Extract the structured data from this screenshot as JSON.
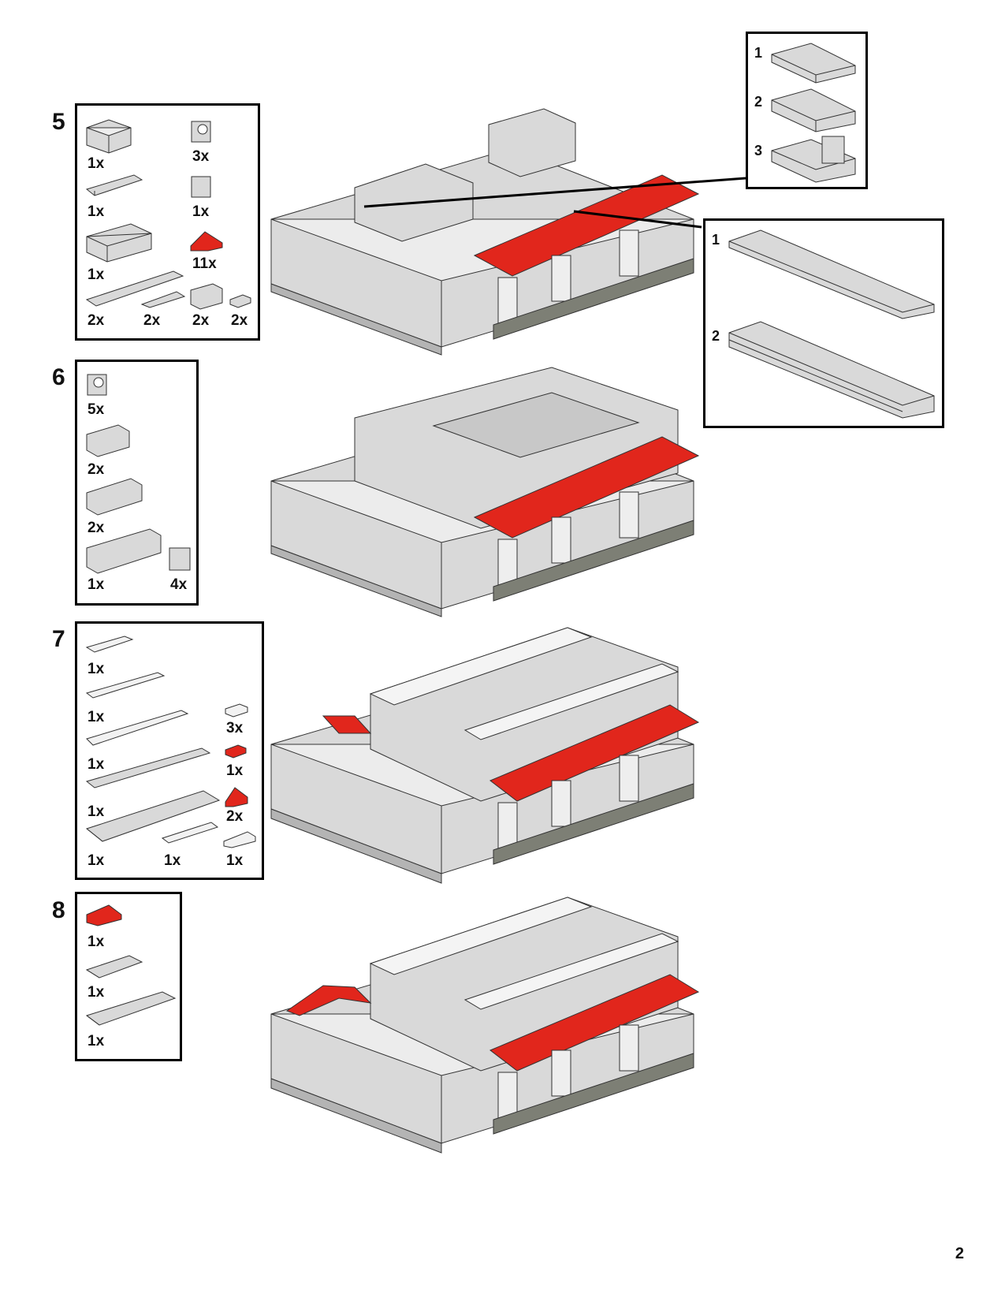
{
  "page_number": "2",
  "colors": {
    "brick": "#d9d9d9",
    "brick_dark": "#b4b4b4",
    "roof": "#e1261c",
    "base": "#7d7f75",
    "outline": "#333333"
  },
  "steps": [
    {
      "number": "5",
      "parts": [
        {
          "qty": "1x",
          "shape": "brick-2x2",
          "color": "gray"
        },
        {
          "qty": "3x",
          "shape": "brick-1x1-clip",
          "color": "gray"
        },
        {
          "qty": "1x",
          "shape": "plate-1x4",
          "color": "gray"
        },
        {
          "qty": "1x",
          "shape": "brick-1x1",
          "color": "gray"
        },
        {
          "qty": "1x",
          "shape": "brick-2x4",
          "color": "gray"
        },
        {
          "qty": "11x",
          "shape": "slope-red",
          "color": "red"
        },
        {
          "qty": "2x",
          "shape": "plate-1x6",
          "color": "gray"
        },
        {
          "qty": "2x",
          "shape": "plate-1x3",
          "color": "gray"
        },
        {
          "qty": "2x",
          "shape": "brick-1x2",
          "color": "gray"
        },
        {
          "qty": "2x",
          "shape": "plate-1x1",
          "color": "gray"
        }
      ]
    },
    {
      "number": "6",
      "parts": [
        {
          "qty": "5x",
          "shape": "brick-1x1-clip",
          "color": "gray"
        },
        {
          "qty": "2x",
          "shape": "brick-1x2",
          "color": "gray"
        },
        {
          "qty": "2x",
          "shape": "brick-1x3",
          "color": "gray"
        },
        {
          "qty": "1x",
          "shape": "brick-1x4",
          "color": "gray"
        },
        {
          "qty": "4x",
          "shape": "brick-1x1",
          "color": "gray"
        }
      ]
    },
    {
      "number": "7",
      "parts": [
        {
          "qty": "1x",
          "shape": "tile-1x3",
          "color": "white"
        },
        {
          "qty": "1x",
          "shape": "tile-1x6",
          "color": "white"
        },
        {
          "qty": "3x",
          "shape": "tile-1x1",
          "color": "white"
        },
        {
          "qty": "1x",
          "shape": "tile-1x8",
          "color": "white"
        },
        {
          "qty": "1x",
          "shape": "plate-1x1-red",
          "color": "red"
        },
        {
          "qty": "1x",
          "shape": "plate-1x10",
          "color": "gray"
        },
        {
          "qty": "2x",
          "shape": "slope-red",
          "color": "red"
        },
        {
          "qty": "1x",
          "shape": "plate-2x10",
          "color": "gray"
        },
        {
          "qty": "1x",
          "shape": "tile-1x4",
          "color": "white"
        },
        {
          "qty": "1x",
          "shape": "tile-1x2",
          "color": "white"
        }
      ]
    },
    {
      "number": "8",
      "parts": [
        {
          "qty": "1x",
          "shape": "slope-red",
          "color": "red"
        },
        {
          "qty": "1x",
          "shape": "plate-2x4",
          "color": "gray"
        },
        {
          "qty": "1x",
          "shape": "plate-2x6",
          "color": "gray"
        }
      ]
    }
  ],
  "subassemblies": [
    {
      "items": [
        {
          "label": "1"
        },
        {
          "label": "2"
        },
        {
          "label": "3"
        }
      ]
    },
    {
      "items": [
        {
          "label": "1"
        },
        {
          "label": "2"
        }
      ]
    }
  ]
}
